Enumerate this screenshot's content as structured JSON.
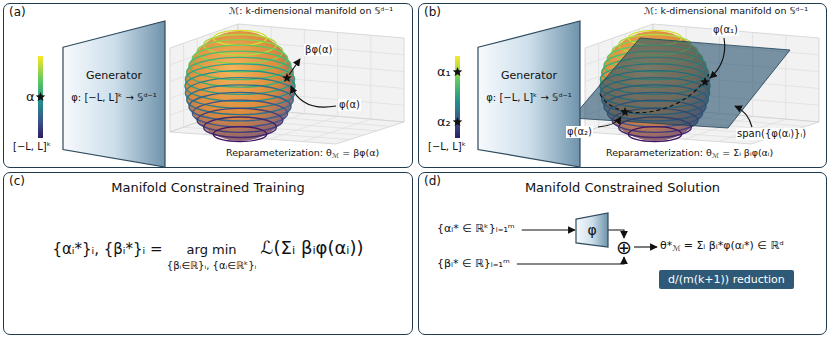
{
  "diagram": {
    "nodes": [
      {
        "text": [
          "(a)"
        ]
      },
      {
        "text": [
          "Generator",
          "φ: [−L, L]ᵏ → 𝕊ᵈ⁻¹"
        ],
        "in": 0
      },
      {
        "text": [
          "(b)"
        ]
      },
      {
        "text": [
          "Generator",
          "φ: [−L, L]ᵏ → 𝕊ᵈ⁻¹"
        ],
        "in": 2
      },
      {
        "text": [
          "(c)",
          "Manifold Constrained Training"
        ]
      },
      {
        "text": [
          "(d)",
          "Manifold Constrained Solution"
        ]
      },
      {
        "text": [
          "φ"
        ],
        "in": 5
      },
      {
        "text": [
          "⊕"
        ],
        "in": 5
      },
      {
        "text": [
          "d/(m(k+1)) reduction"
        ],
        "in": 5
      }
    ],
    "edges": [
      {
        "from": 6,
        "to": 7,
        "arrow": "to"
      }
    ],
    "labels": [
      "α",
      "[−L, L]ᵏ",
      "ℳ: k-dimensional manifold on 𝕊ᵈ⁻¹",
      "βφ(α)",
      "φ(α)",
      "Reparameterization: θ",
      "ℳ",
      "= βφ(α)",
      "α₁",
      "α₂",
      "[−L, L]ᵏ",
      "ℳ: k-dimensional manifold on 𝕊ᵈ⁻¹",
      "φ(α₁)",
      "φ(α₂)",
      "span({φ(αᵢ)}ᵢ)",
      "Reparameterization: θ",
      "ℳ",
      "= Σᵢ βᵢφ(αᵢ)",
      "{αᵢ*}ᵢ, {βᵢ*}ᵢ =",
      "arg min",
      "{βᵢ∈ℝ}ᵢ, {αᵢ∈ℝᵏ}ᵢ",
      "ℒ(Σᵢ βᵢφ(αᵢ))",
      "{αᵢ* ∈ ℝᵏ}ᵢ₌₁ᵐ",
      "{βᵢ* ∈ ℝ}ᵢ₌₁ᵐ",
      "θ*",
      "ℳ",
      "= Σᵢ βᵢ*φ(αᵢ*) ∈ ℝᵈ"
    ]
  }
}
